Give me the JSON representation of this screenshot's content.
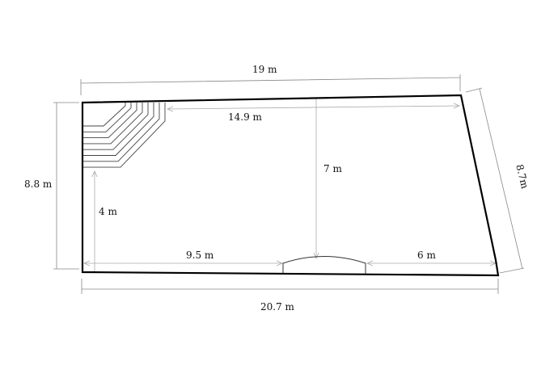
{
  "labels": {
    "top": "19 m",
    "left": "8.8 m",
    "bottom": "20.7 m",
    "right": "8.7m",
    "inner_top": "14.9 m",
    "inner_height": "7 m",
    "stairs_offset": "4 m",
    "bottom_left": "9.5 m",
    "bottom_right": "6 m"
  },
  "colors": {
    "outline": "#000000",
    "dim": "#888888",
    "stairs": "#444444"
  }
}
